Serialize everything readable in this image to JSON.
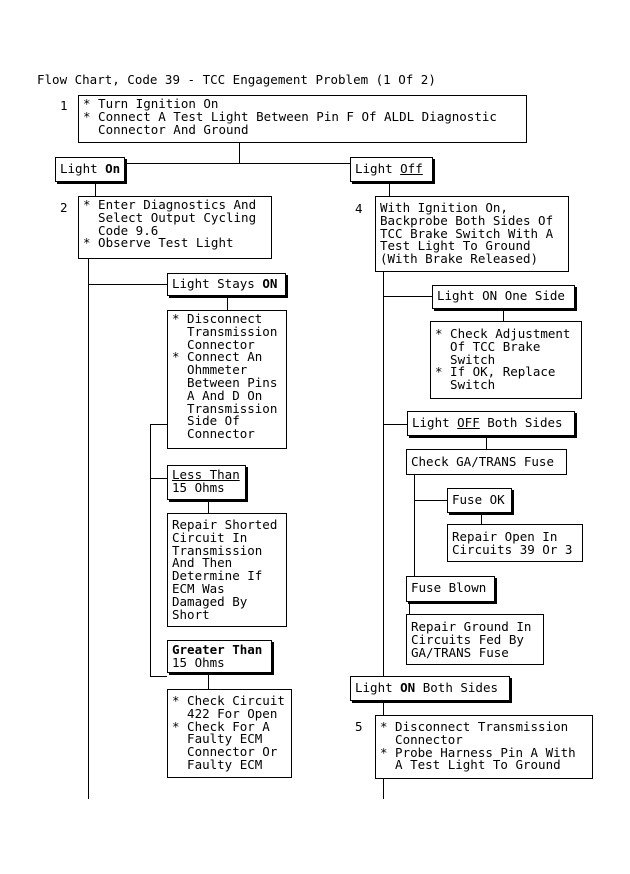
{
  "title": "Flow Chart, Code 39 - TCC Engagement Problem (1 Of 2)",
  "steps": {
    "s1": {
      "num": "1",
      "text": "* Turn Ignition On\n* Connect A Test Light Between Pin F Of ALDL Diagnostic\n  Connector And Ground"
    },
    "s2": {
      "num": "2",
      "text": "* Enter Diagnostics And\n  Select Output Cycling\n  Code 9.6\n* Observe Test Light"
    },
    "s4": {
      "num": "4",
      "text": "With Ignition On,\nBackprobe Both Sides Of\nTCC Brake Switch With A\nTest Light To Ground\n(With Brake Released)"
    },
    "s5": {
      "num": "5",
      "text": "* Disconnect Transmission\n  Connector\n* Probe Harness Pin A With\n  A Test Light To Ground"
    }
  },
  "left": {
    "light_on": {
      "pre": "Light ",
      "em": "On"
    },
    "light_stays_on": {
      "pre": "Light Stays ",
      "em": "ON"
    },
    "disconnect": "* Disconnect\n  Transmission\n  Connector\n* Connect An\n  Ohmmeter\n  Between Pins\n  A And D On\n  Transmission\n  Side Of\n  Connector",
    "less_than": {
      "first": "Less Than",
      "second": "15 Ohms"
    },
    "repair_shorted": "Repair Shorted\nCircuit In\nTransmission\nAnd Then\nDetermine If\nECM Was\nDamaged By\nShort",
    "greater_than": {
      "first": "Greater Than",
      "second": "15 Ohms"
    },
    "check_circuit": "* Check Circuit\n  422 For Open\n* Check For A\n  Faulty ECM\n  Connector Or\n  Faulty ECM"
  },
  "right": {
    "light_off": {
      "pre": "Light ",
      "em": "Off"
    },
    "light_on_one_side": "Light ON One Side",
    "check_adjustment": "* Check Adjustment\n  Of TCC Brake\n  Switch\n* If OK, Replace\n  Switch",
    "light_off_both": {
      "pre": "Light ",
      "em": "OFF",
      "post": " Both Sides"
    },
    "check_fuse": "Check GA/TRANS Fuse",
    "fuse_ok": "Fuse OK",
    "repair_open": "Repair Open In\nCircuits 39 Or 3",
    "fuse_blown": "Fuse Blown",
    "repair_ground": "Repair Ground In\nCircuits Fed By\nGA/TRANS Fuse",
    "light_on_both": {
      "pre": "Light ",
      "em": "ON",
      "post": " Both Sides"
    }
  }
}
